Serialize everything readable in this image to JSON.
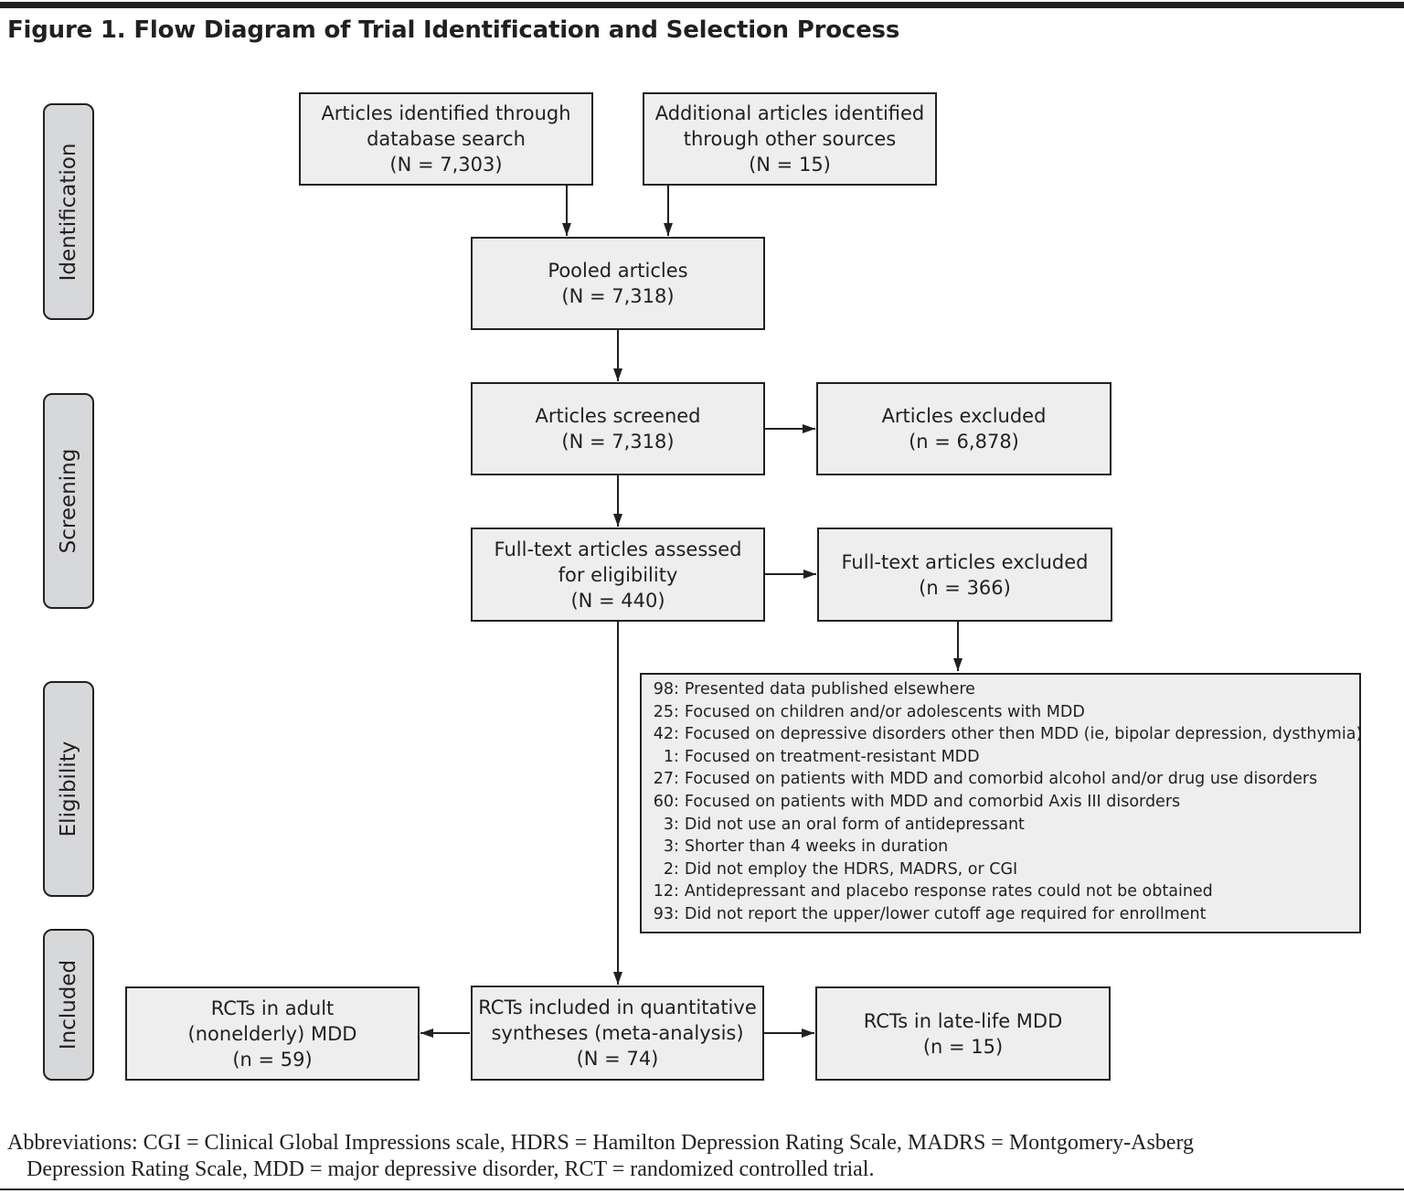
{
  "figure_title": "Figure 1. Flow Diagram of Trial Identification and Selection Process",
  "stages": {
    "identification": "Identification",
    "screening": "Screening",
    "eligibility": "Eligibility",
    "included": "Included"
  },
  "boxes": {
    "database_search": [
      "Articles identified through",
      "database search",
      "(N = 7,303)"
    ],
    "other_sources": [
      "Additional articles identified",
      "through other sources",
      "(N = 15)"
    ],
    "pooled": [
      "Pooled articles",
      "(N = 7,318)"
    ],
    "screened": [
      "Articles screened",
      "(N = 7,318)"
    ],
    "excluded": [
      "Articles excluded",
      "(n = 6,878)"
    ],
    "fulltext_assessed": [
      "Full-text articles assessed",
      "for eligibility",
      "(N = 440)"
    ],
    "fulltext_excluded": [
      "Full-text articles excluded",
      "(n = 366)"
    ],
    "meta_analysis": [
      "RCTs included in quantitative",
      "syntheses (meta-analysis)",
      "(N = 74)"
    ],
    "adult": [
      "RCTs in adult",
      "(nonelderly) MDD",
      "(n = 59)"
    ],
    "late_life": [
      "RCTs in late-life MDD",
      "(n = 15)"
    ]
  },
  "exclusion_reasons": [
    {
      "count": "98",
      "text": "Presented data published elsewhere"
    },
    {
      "count": "25",
      "text": "Focused on children and/or adolescents with MDD"
    },
    {
      "count": "42",
      "text": "Focused on depressive disorders other then MDD (ie, bipolar depression, dysthymia)"
    },
    {
      "count": "1",
      "text": "Focused on treatment-resistant MDD"
    },
    {
      "count": "27",
      "text": "Focused on patients with MDD and comorbid alcohol and/or drug use disorders"
    },
    {
      "count": "60",
      "text": "Focused on patients with MDD and comorbid Axis III disorders"
    },
    {
      "count": "3",
      "text": "Did not use an oral form of antidepressant"
    },
    {
      "count": "3",
      "text": "Shorter than 4 weeks in duration"
    },
    {
      "count": "2",
      "text": "Did not employ the HDRS, MADRS, or CGI"
    },
    {
      "count": "12",
      "text": "Antidepressant and placebo response rates could not be obtained"
    },
    {
      "count": "93",
      "text": "Did not report the upper/lower cutoff age required for enrollment"
    }
  ],
  "footnote": {
    "line1": "Abbreviations: CGI = Clinical Global Impressions scale, HDRS = Hamilton Depression Rating Scale, MADRS = Montgomery-Asberg",
    "line2": "Depression Rating Scale, MDD = major depressive disorder, RCT = randomized controlled trial."
  },
  "colors": {
    "ink": "#231f20",
    "box_fill": "#eeeeee",
    "stage_fill": "#d7d8da"
  }
}
